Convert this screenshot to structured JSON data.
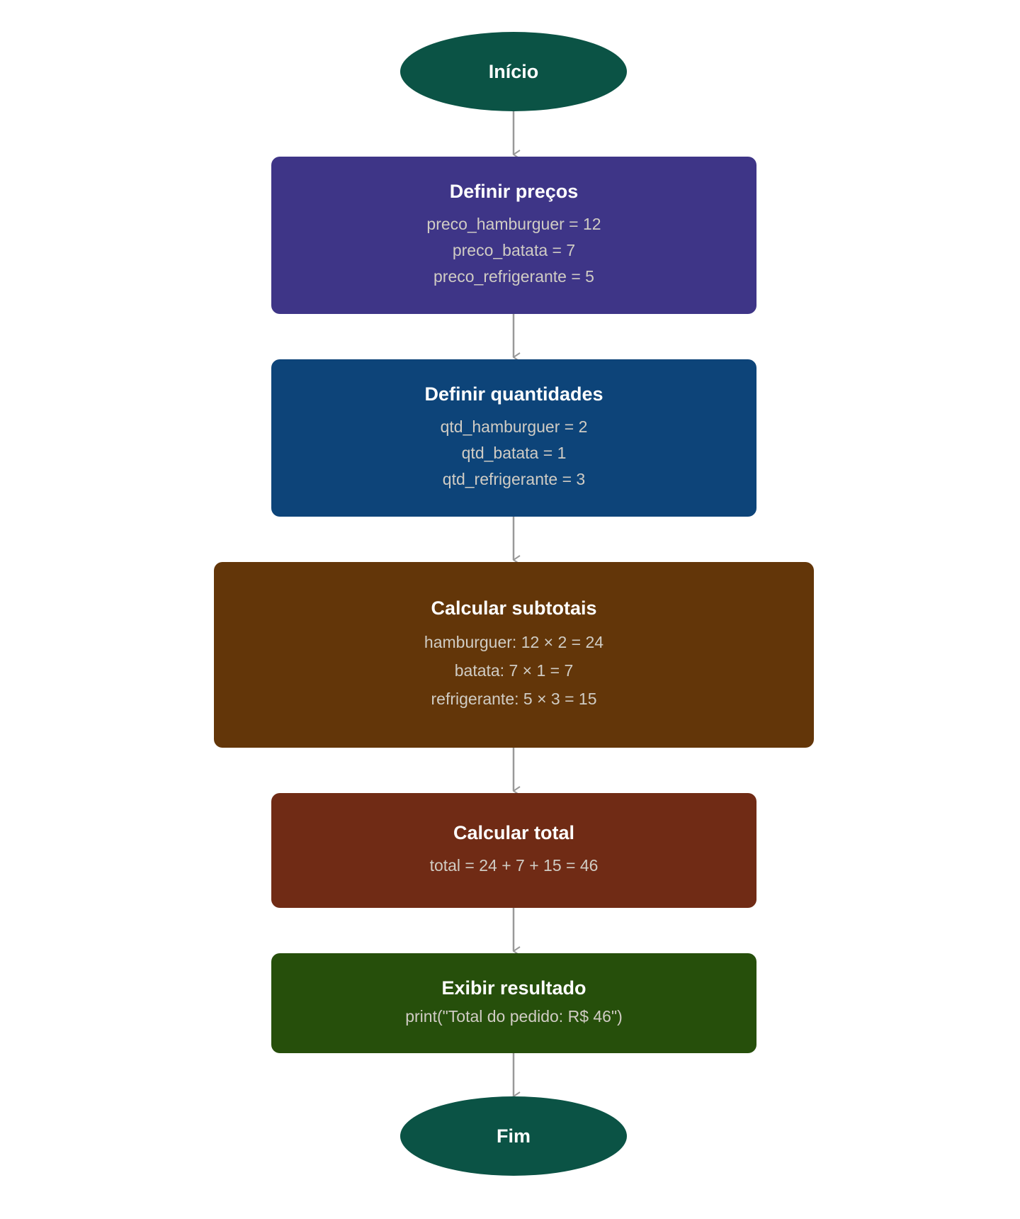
{
  "start": {
    "label": "Início",
    "color": "#0b5345"
  },
  "end": {
    "label": "Fim",
    "color": "#0b5345"
  },
  "steps": [
    {
      "title": "Definir preços",
      "color": "#3e3587",
      "lines": [
        "preco_hamburguer = 12",
        "preco_batata = 7",
        "preco_refrigerante = 5"
      ]
    },
    {
      "title": "Definir quantidades",
      "color": "#0d4479",
      "lines": [
        "qtd_hamburguer = 2",
        "qtd_batata = 1",
        "qtd_refrigerante = 3"
      ]
    },
    {
      "title": "Calcular subtotais",
      "color": "#633609",
      "lines": [
        "hamburguer: 12 × 2 = 24",
        "batata: 7 × 1 = 7",
        "refrigerante: 5 × 3 = 15"
      ]
    },
    {
      "title": "Calcular total",
      "color": "#702b15",
      "lines": [
        "total = 24 + 7 + 15 = 46"
      ]
    },
    {
      "title": "Exibir resultado",
      "color": "#264f0b",
      "lines": [
        "print(\"Total do pedido: R$ 46\")"
      ]
    }
  ],
  "connector_color": "#999999"
}
